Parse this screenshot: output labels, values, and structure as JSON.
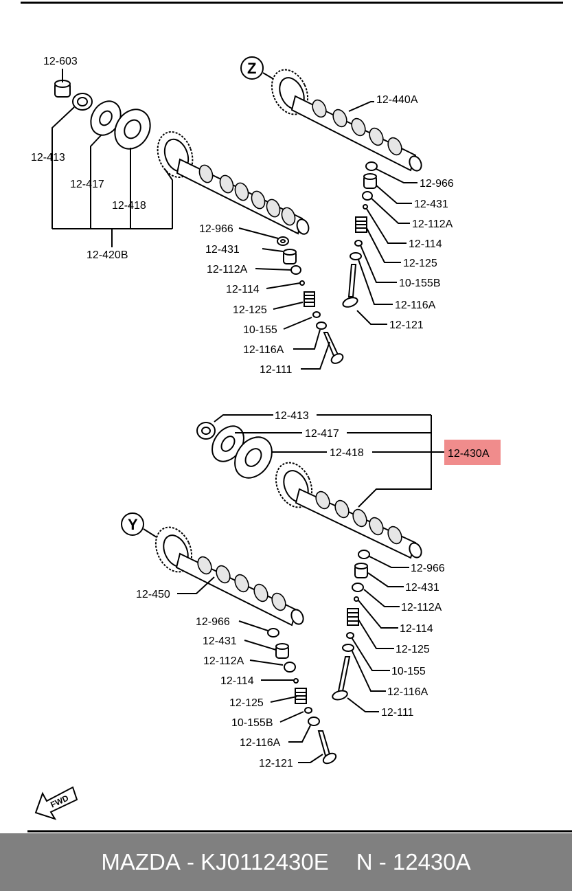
{
  "view_markers": {
    "z": "Z",
    "y": "Y"
  },
  "upper_left": {
    "labels": [
      "12-603",
      "12-413",
      "12-417",
      "12-418",
      "12-420B",
      "12-966",
      "12-431",
      "12-112A",
      "12-114",
      "12-125",
      "10-155",
      "12-116A",
      "12-111"
    ]
  },
  "upper_right": {
    "labels": [
      "12-440A",
      "12-966",
      "12-431",
      "12-112A",
      "12-114",
      "12-125",
      "10-155B",
      "12-116A",
      "12-121"
    ]
  },
  "lower_top": {
    "labels": [
      "12-413",
      "12-417",
      "12-418"
    ],
    "highlight": "12-430A"
  },
  "lower_right": {
    "labels": [
      "12-966",
      "12-431",
      "12-112A",
      "12-114",
      "12-125",
      "10-155",
      "12-116A",
      "12-111"
    ]
  },
  "lower_left": {
    "labels": [
      "12-450",
      "12-966",
      "12-431",
      "12-112A",
      "12-114",
      "12-125",
      "10-155B",
      "12-116A",
      "12-121"
    ]
  },
  "fwd_label": "FWD",
  "footer": {
    "brand": "MAZDA",
    "part_number": "KJ0112430E",
    "ref": "N - 12430A"
  },
  "colors": {
    "highlight": "#f08c8c",
    "footer_bg": "#808080",
    "footer_text": "#ffffff"
  }
}
